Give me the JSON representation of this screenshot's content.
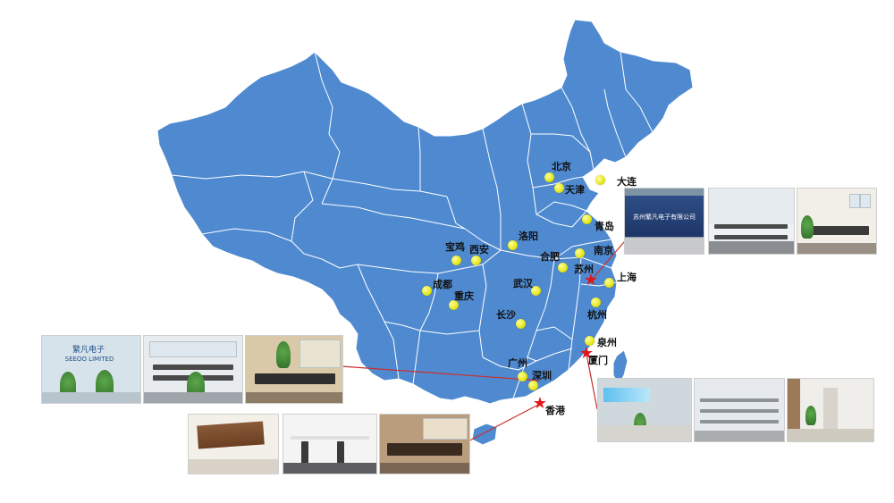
{
  "map": {
    "land_color": "#4f8ad0",
    "border_color": "#ffffff",
    "dot_color": "#f2f23a",
    "star_color": "#e2161b",
    "connector_color": "#c8302e"
  },
  "cities": [
    {
      "key": "beijing",
      "name": "北京"
    },
    {
      "key": "tianjin",
      "name": "天津"
    },
    {
      "key": "dalian",
      "name": "大连"
    },
    {
      "key": "qingdao",
      "name": "青岛"
    },
    {
      "key": "luoyang",
      "name": "洛阳"
    },
    {
      "key": "baoji",
      "name": "宝鸡"
    },
    {
      "key": "xian",
      "name": "西安"
    },
    {
      "key": "nanjing",
      "name": "南京"
    },
    {
      "key": "hefei",
      "name": "合肥"
    },
    {
      "key": "chengdu",
      "name": "成都"
    },
    {
      "key": "chongqing",
      "name": "重庆"
    },
    {
      "key": "wuhan",
      "name": "武汉"
    },
    {
      "key": "shanghai",
      "name": "上海"
    },
    {
      "key": "hangzhou",
      "name": "杭州"
    },
    {
      "key": "changsha",
      "name": "长沙"
    },
    {
      "key": "quanzhou",
      "name": "泉州"
    },
    {
      "key": "guangzhou",
      "name": "广州"
    },
    {
      "key": "shenzhen",
      "name": "深圳"
    }
  ],
  "offices": [
    {
      "key": "suzhou",
      "name": "苏州"
    },
    {
      "key": "xiamen",
      "name": "厦门"
    },
    {
      "key": "hongkong",
      "name": "香港"
    }
  ],
  "photos": {
    "suzhou_sign_text": "苏州繁凡电子有限公司",
    "hongkong_sign_text": "繁凡电子",
    "hongkong_sign_subtext": "SEEOO LIMITED"
  }
}
